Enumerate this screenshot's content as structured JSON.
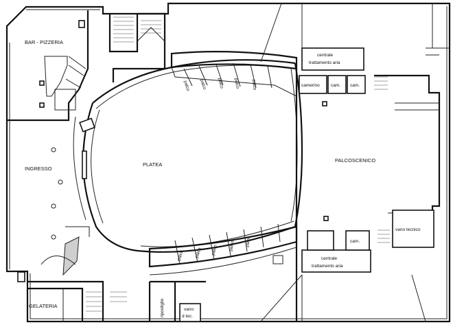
{
  "labels": {
    "bar": "BAR - PIZZERIA",
    "ingresso": "INGRESSO",
    "platea": "PLATEA",
    "palcoscenico": "PALCOSCENICO",
    "gelateria": "GELATERIA",
    "centrale_top_1": "centrale",
    "centrale_top_2": "trattamento aria",
    "centrale_bot_1": "centrale",
    "centrale_bot_2": "trattamento aria",
    "camerino": "camerino",
    "cam_1": "cam.",
    "cam_2": "cam.",
    "cam_3": "cam.",
    "vano_tecnico": "vano tecnico",
    "ripostiglio": "ripostiglio",
    "vano_tec_1": "vano",
    "vano_tec_2": "d tec."
  },
  "palchi_top": [
    "palco",
    "palco",
    "palco",
    "palco",
    "palco"
  ],
  "palchi_bottom": [
    "palco",
    "palco",
    "palco",
    "palco",
    "palco"
  ]
}
